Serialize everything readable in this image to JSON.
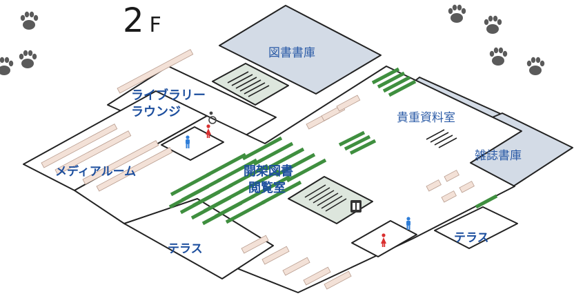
{
  "floor": {
    "number": "2",
    "unit": "F"
  },
  "rooms": {
    "library_stacks": "図書書庫",
    "lounge_line1": "ライブラリー",
    "lounge_line2": "ラウンジ",
    "rare_books": "貴重資料室",
    "magazine_stacks": "雑誌書庫",
    "media_room": "メディアルーム",
    "open_stacks_line1": "開架図書",
    "open_stacks_line2": "閲覧室",
    "terrace_left": "テラス",
    "terrace_right": "テラス"
  },
  "colors": {
    "wall": "#222222",
    "stacks_fill": "#d3dbe6",
    "bookshelf": "#3f8f3f",
    "desk": "#f3e1d7",
    "label": "#1d4f9e",
    "paw": "#5a5a5a",
    "men_icon": "#2f7ed8",
    "women_icon": "#d93030"
  },
  "icons": [
    "paw-print-icon",
    "stairs-icon",
    "elevator-icon",
    "restroom-men-icon",
    "restroom-women-icon",
    "wheelchair-icon"
  ]
}
